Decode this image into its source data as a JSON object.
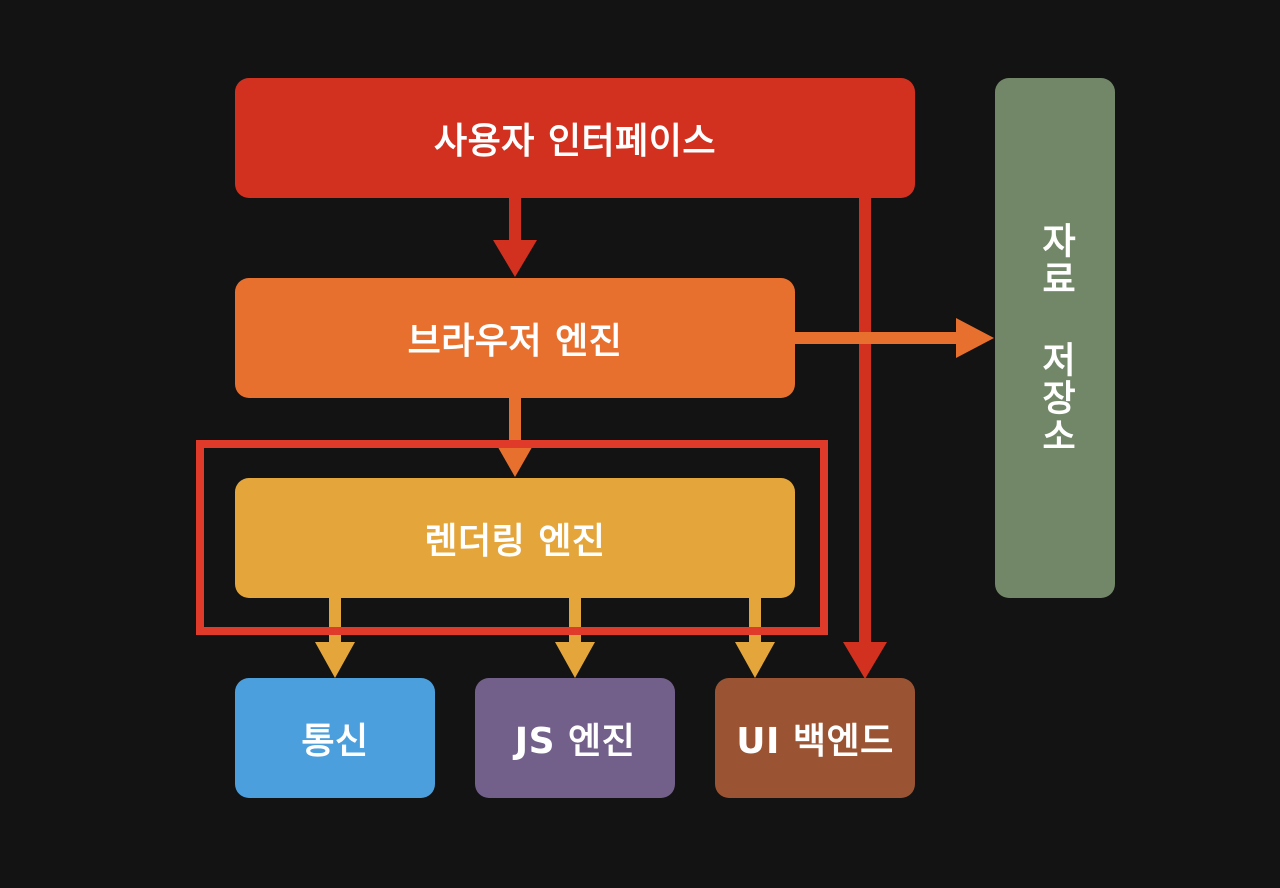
{
  "diagram": {
    "nodes": {
      "user_interface": {
        "label": "사용자 인터페이스",
        "color": "#d2311f"
      },
      "browser_engine": {
        "label": "브라우저 엔진",
        "color": "#e8702e"
      },
      "rendering_engine": {
        "label": "렌더링 엔진",
        "color": "#e4a63b"
      },
      "networking": {
        "label": "통신",
        "color": "#4b9fdd"
      },
      "js_engine": {
        "label": "JS 엔진",
        "color": "#72608a"
      },
      "ui_backend": {
        "label": "UI 백엔드",
        "color": "#9b5433"
      },
      "data_storage": {
        "label": "자료 저장소",
        "color": "#728768"
      }
    },
    "edges": [
      {
        "from": "user_interface",
        "to": "browser_engine",
        "color": "#d2311f"
      },
      {
        "from": "user_interface",
        "to": "ui_backend",
        "color": "#d2311f"
      },
      {
        "from": "browser_engine",
        "to": "rendering_engine",
        "color": "#e8702e"
      },
      {
        "from": "browser_engine",
        "to": "data_storage",
        "color": "#e8702e"
      },
      {
        "from": "rendering_engine",
        "to": "networking",
        "color": "#e4a63b"
      },
      {
        "from": "rendering_engine",
        "to": "js_engine",
        "color": "#e4a63b"
      },
      {
        "from": "rendering_engine",
        "to": "ui_backend",
        "color": "#e4a63b"
      }
    ],
    "highlight": {
      "target": "rendering_engine",
      "color": "#e03a2a"
    }
  }
}
